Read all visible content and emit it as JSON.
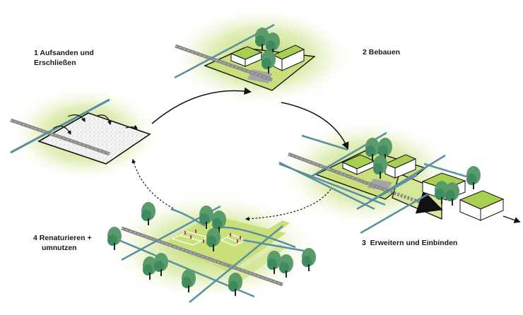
{
  "title": "Phasen der Quartiersentwicklung",
  "colors": {
    "glow_green": "#b5d45a",
    "lawn_green": "#c9e07a",
    "roof_green": "#a8cf52",
    "tree_dark": "#3f8a5f",
    "tree_light": "#5e9e6e",
    "water_blue": "#5a8fa3",
    "road_grey": "#8a8a8a",
    "plaza_grey": "#a5a5a5",
    "person_pink": "#c0307a",
    "outline": "#111111"
  },
  "steps": [
    {
      "number": "1",
      "lines": [
        "1 Aufsanden und",
        "Erschließen"
      ]
    },
    {
      "number": "2",
      "lines": [
        "2 Bebauen"
      ]
    },
    {
      "number": "3",
      "lines": [
        "3  Erweitern und Einbinden"
      ]
    },
    {
      "number": "4",
      "lines": [
        "4 Renaturieren +",
        "umnutzen"
      ]
    }
  ]
}
